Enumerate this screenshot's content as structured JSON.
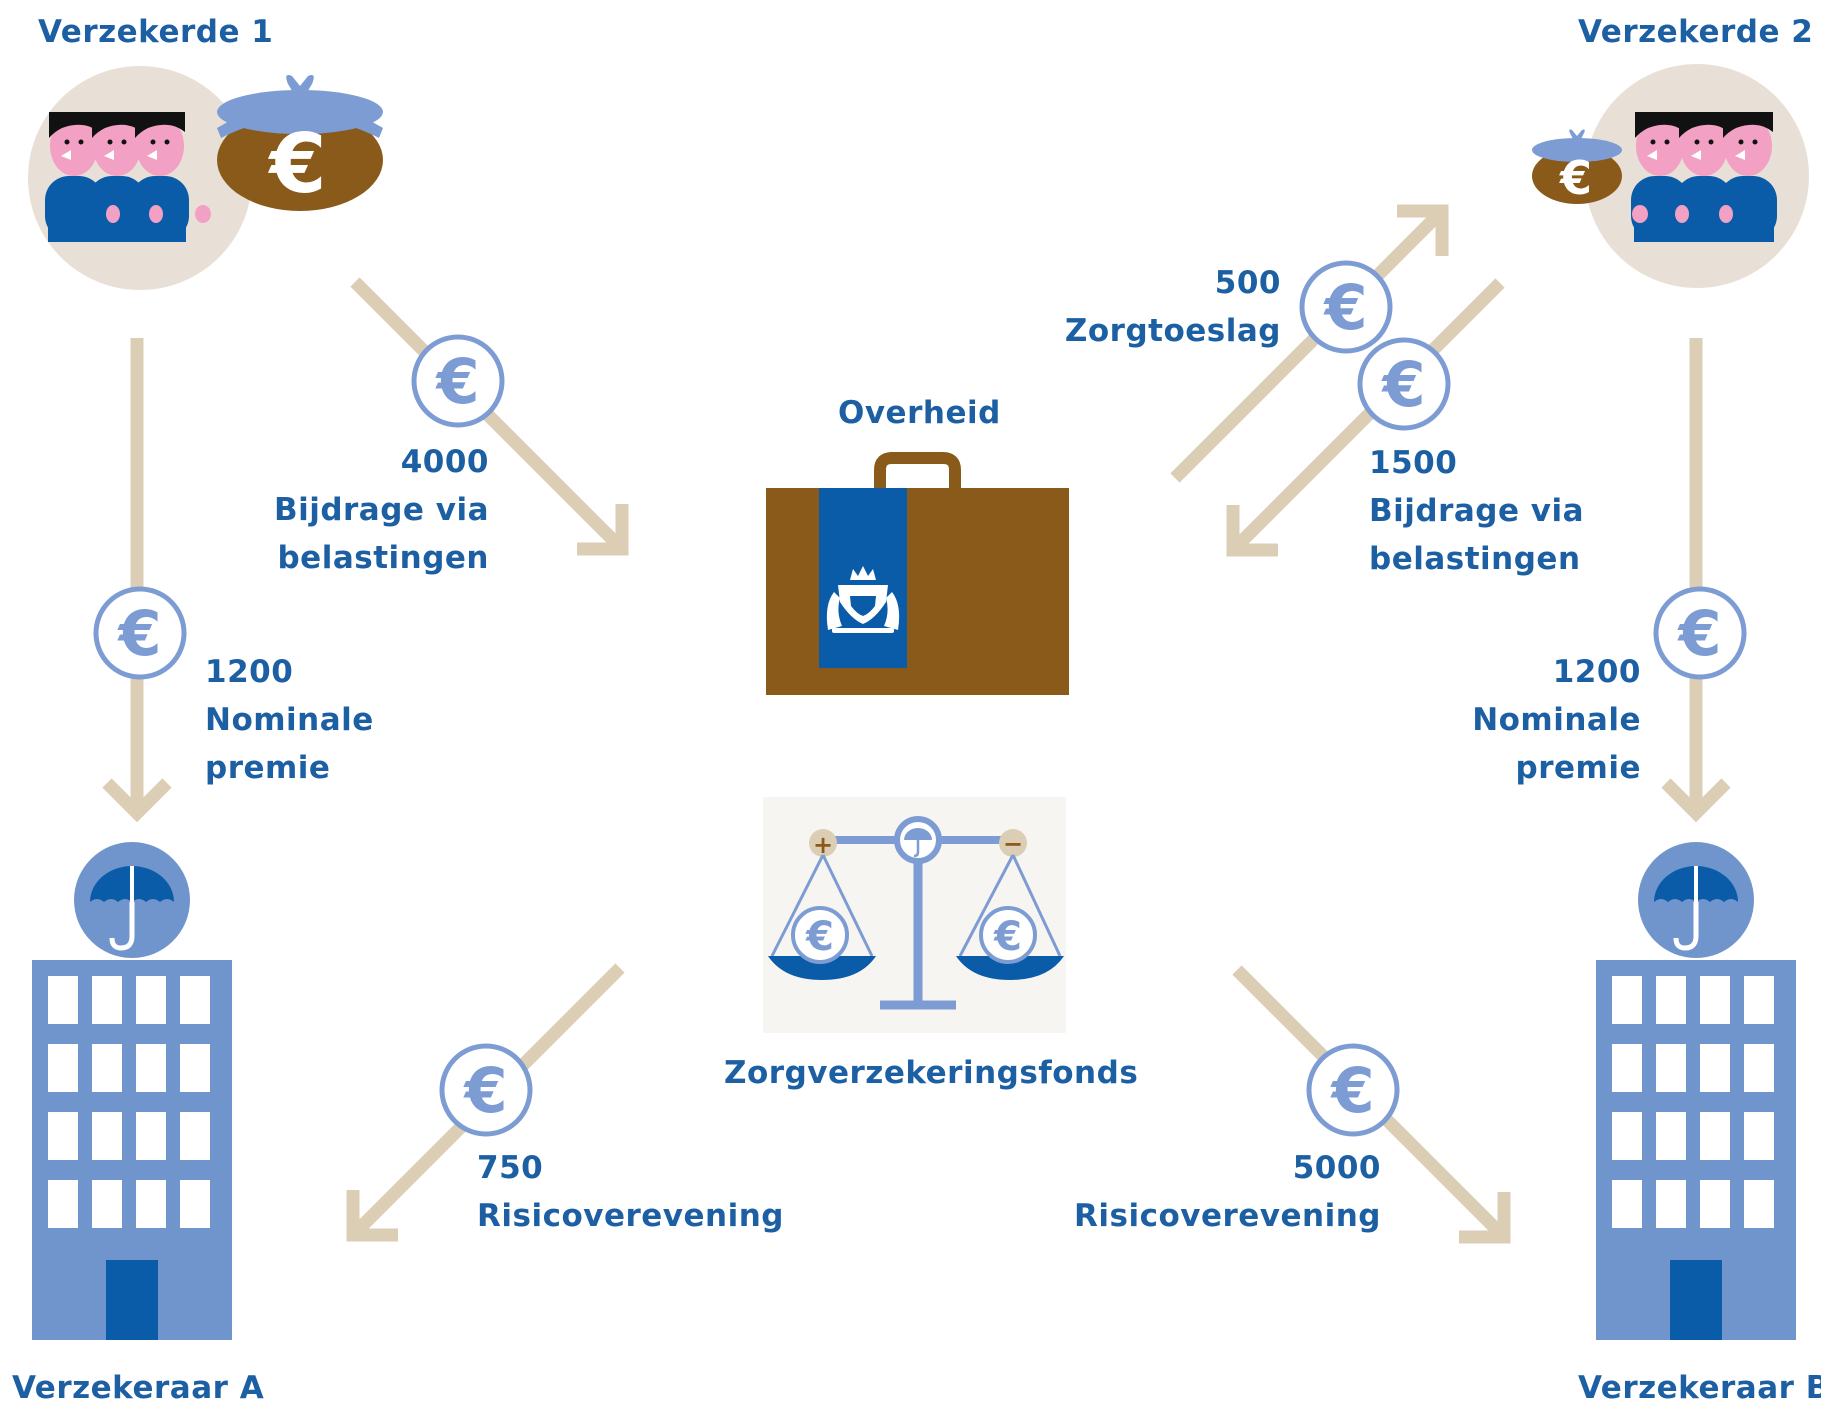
{
  "insured_1": {
    "title": "Verzekerde 1"
  },
  "insured_2": {
    "title": "Verzekerde 2"
  },
  "government": {
    "title": "Overheid"
  },
  "fund": {
    "title": "Zorgverzekeringsfonds"
  },
  "insurer_a": {
    "title": "Verzekeraar A"
  },
  "insurer_b": {
    "title": "Verzekeraar B"
  },
  "flows": {
    "nominal_1": {
      "amount": "1200",
      "line1": "Nominale",
      "line2": "premie"
    },
    "tax_1": {
      "amount": "4000",
      "line1": "Bijdrage via",
      "line2": "belastingen"
    },
    "allowance_2": {
      "amount": "500",
      "line1": "Zorgtoeslag"
    },
    "tax_2": {
      "amount": "1500",
      "line1": "Bijdrage via",
      "line2": "belastingen"
    },
    "nominal_2": {
      "amount": "1200",
      "line1": "Nominale",
      "line2": "premie"
    },
    "risk_a": {
      "amount": "750",
      "line1": "Risicoverevening"
    },
    "risk_b": {
      "amount": "5000",
      "line1": "Risicoverevening"
    }
  },
  "glyphs": {
    "euro": "€",
    "plus": "+",
    "minus": "−"
  },
  "colors": {
    "label_blue": "#1d5fa3",
    "arrow_beige": "#dccdb5",
    "circle_beige": "#e8e0d6",
    "brown": "#8a5a1a",
    "building_blue": "#7095cc",
    "dark_blue": "#0a5ca8"
  },
  "icons": [
    "people-icon",
    "purse-icon",
    "euro-coin-icon",
    "briefcase-icon",
    "scale-icon",
    "umbrella-icon",
    "building-icon"
  ]
}
